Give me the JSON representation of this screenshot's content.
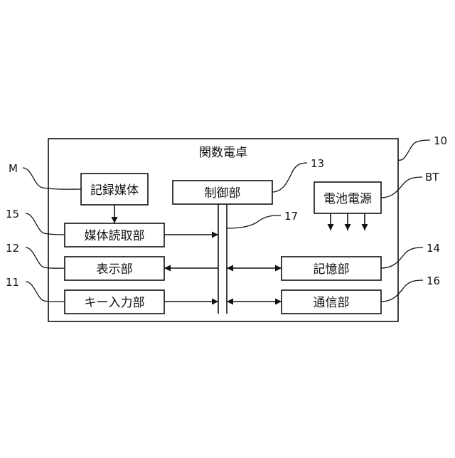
{
  "device": {
    "title": "関数電卓",
    "ref": "10"
  },
  "blocks": {
    "medium": {
      "label": "記録媒体",
      "ref": "M"
    },
    "reader": {
      "label": "媒体読取部",
      "ref": "15"
    },
    "display": {
      "label": "表示部",
      "ref": "12"
    },
    "keys": {
      "label": "キー入力部",
      "ref": "11"
    },
    "control": {
      "label": "制御部",
      "ref": "13"
    },
    "battery": {
      "label": "電池電源",
      "ref": "BT"
    },
    "memory": {
      "label": "記憶部",
      "ref": "14"
    },
    "comm": {
      "label": "通信部",
      "ref": "16"
    },
    "bus": {
      "ref": "17"
    }
  }
}
